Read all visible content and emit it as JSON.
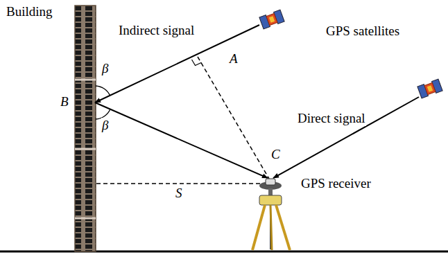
{
  "diagram": {
    "labels": [
      "Building",
      "Indirect signal",
      "GPS satellites",
      "A",
      "β",
      "B",
      "β",
      "Direct signal",
      "C",
      "S",
      "GPS receiver"
    ]
  }
}
